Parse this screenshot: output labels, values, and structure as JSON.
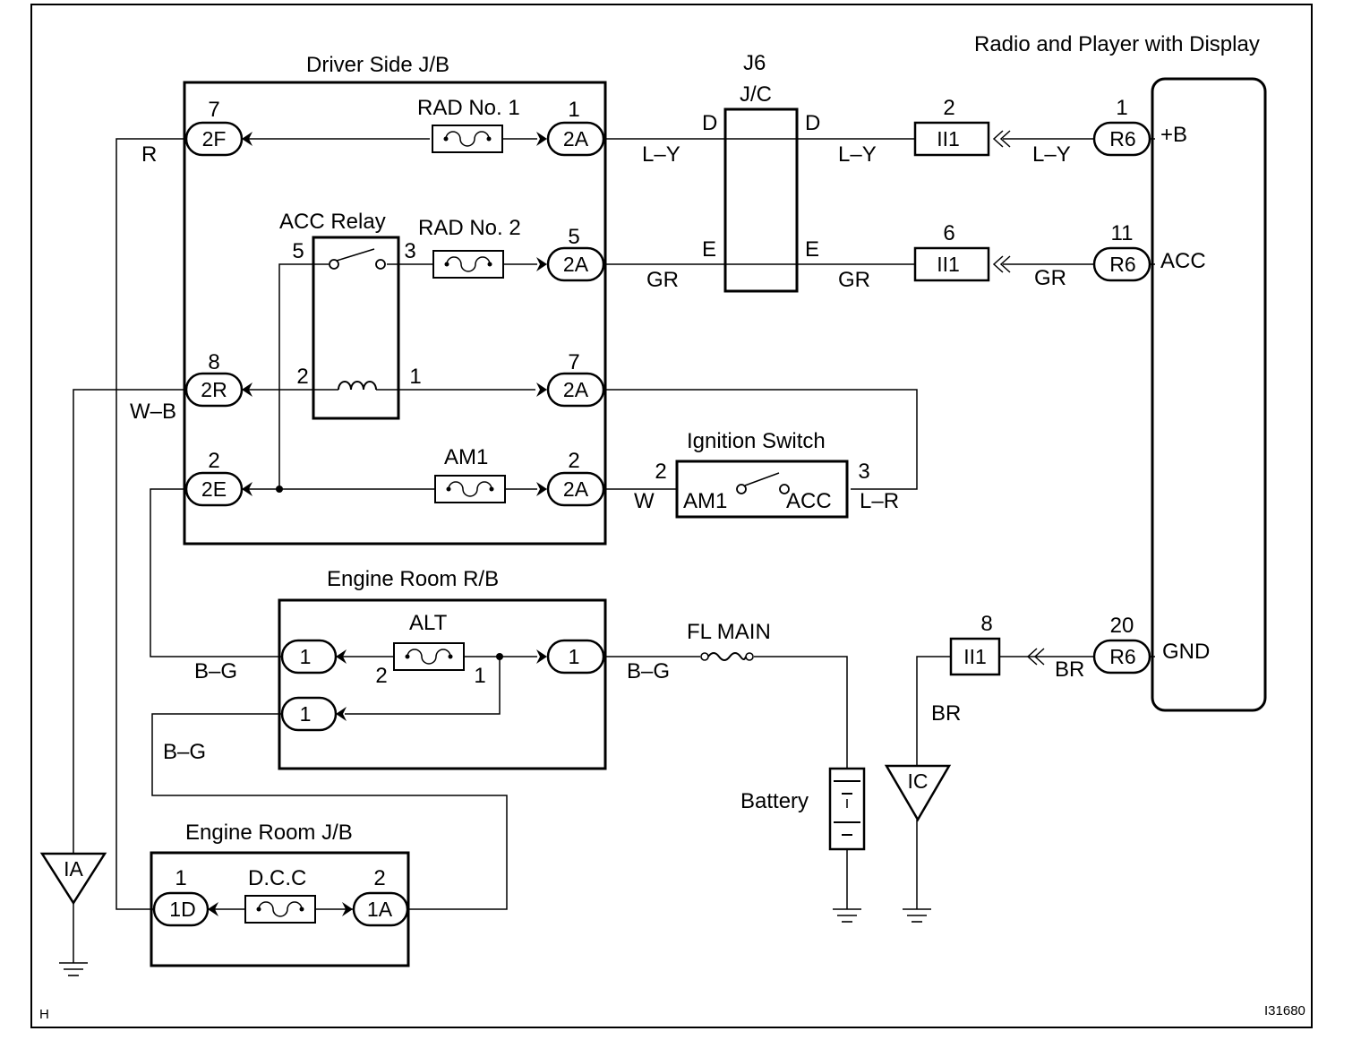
{
  "diagram": {
    "title": "Radio and Player with Display",
    "corner_code": "H",
    "figure_id": "I31680",
    "components": {
      "driver_jb": "Driver Side J/B",
      "j6": "J6",
      "jc": "J/C",
      "acc_relay": "ACC Relay",
      "ignition_switch": "Ignition Switch",
      "engine_room_rb": "Engine Room R/B",
      "engine_room_jb": "Engine Room J/B",
      "battery": "Battery"
    },
    "fuses": {
      "rad1": "RAD No. 1",
      "rad2": "RAD No. 2",
      "am1": "AM1",
      "alt": "ALT",
      "fl_main": "FL MAIN",
      "dcc": "D.C.C"
    },
    "connectors": {
      "c2F": "2F",
      "c2R": "2R",
      "c2E": "2E",
      "c2A": "2A",
      "c1": "1",
      "c1D": "1D",
      "c1A": "1A",
      "cII1": "II1",
      "cR6": "R6",
      "cIA": "IA",
      "cIC": "IC"
    },
    "pins": {
      "p7": "7",
      "p1": "1",
      "p5": "5",
      "p8": "8",
      "p2": "2",
      "p3": "3",
      "p6": "6",
      "p11": "11",
      "p20": "20"
    },
    "terminals": {
      "d": "D",
      "e": "E",
      "b_plus": "+B",
      "acc": "ACC",
      "gnd": "GND",
      "am1_sw": "AM1",
      "acc_sw": "ACC"
    },
    "wires": {
      "r": "R",
      "ly": "L–Y",
      "gr": "GR",
      "wb": "W–B",
      "w": "W",
      "lr": "L–R",
      "bg": "B–G",
      "br": "BR"
    }
  }
}
